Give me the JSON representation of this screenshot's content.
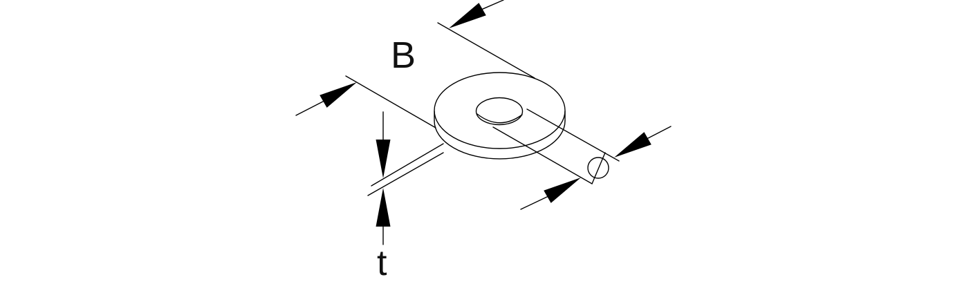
{
  "page": {
    "background_color": "#ffffff",
    "line_color": "#000000"
  },
  "drawing": {
    "kind": "technical-dimension-drawing",
    "subject": "flat washer shown in isometric view with dimension callouts",
    "labels": {
      "outer_width": "B",
      "thickness": "t"
    },
    "icons": {
      "diameter_symbol": "⌀",
      "arrowhead": "filled elongated triangle"
    }
  }
}
